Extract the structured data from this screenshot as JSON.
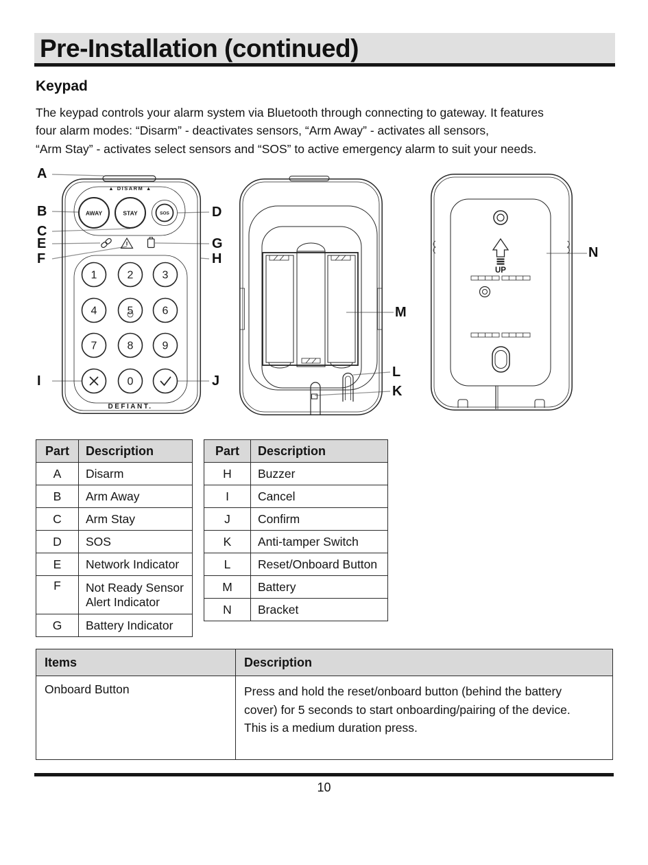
{
  "header": {
    "title": "Pre-Installation (continued)"
  },
  "section": {
    "title": "Keypad",
    "intro_lines": [
      "The keypad controls your alarm system via Bluetooth through connecting to gateway. It features",
      "four alarm modes: “Disarm” - deactivates sensors, “Arm Away” - activates all sensors,",
      "“Arm Stay” - activates select sensors and “SOS” to active emergency alarm to suit your needs."
    ]
  },
  "diagram": {
    "front": {
      "top_label": "▲ DISARM ▲",
      "away_label": "AWAY",
      "stay_label": "STAY",
      "sos_label": "SOS",
      "keys": [
        "1",
        "2",
        "3",
        "4",
        "5",
        "6",
        "7",
        "8",
        "9",
        "0"
      ],
      "brand": "DEFIANT."
    },
    "bracket": {
      "up_label": "UP"
    },
    "callouts": {
      "a": "A",
      "b": "B",
      "c": "C",
      "d": "D",
      "e": "E",
      "f": "F",
      "g": "G",
      "h": "H",
      "i": "I",
      "j": "J",
      "k": "K",
      "l": "L",
      "m": "M",
      "n": "N"
    }
  },
  "tables": {
    "parts_left": {
      "header": {
        "part": "Part",
        "description": "Description"
      },
      "rows": [
        {
          "part": "A",
          "description": "Disarm"
        },
        {
          "part": "B",
          "description": "Arm Away"
        },
        {
          "part": "C",
          "description": "Arm Stay"
        },
        {
          "part": "D",
          "description": "SOS"
        },
        {
          "part": "E",
          "description": "Network Indicator"
        },
        {
          "part": "F",
          "description": "Not Ready Sensor Alert Indicator"
        },
        {
          "part": "G",
          "description": "Battery Indicator"
        }
      ]
    },
    "parts_right": {
      "header": {
        "part": "Part",
        "description": "Description"
      },
      "rows": [
        {
          "part": "H",
          "description": "Buzzer"
        },
        {
          "part": "I",
          "description": "Cancel"
        },
        {
          "part": "J",
          "description": "Confirm"
        },
        {
          "part": "K",
          "description": "Anti-tamper Switch"
        },
        {
          "part": "L",
          "description": "Reset/Onboard Button"
        },
        {
          "part": "M",
          "description": "Battery"
        },
        {
          "part": "N",
          "description": "Bracket"
        }
      ]
    },
    "items": {
      "header": {
        "items": "Items",
        "description": "Description"
      },
      "row": {
        "item": "Onboard Button",
        "description_lines": [
          "Press and hold the reset/onboard button (behind the battery",
          "cover) for 5 seconds to start onboarding/pairing of the device.",
          "This is a medium duration press."
        ]
      }
    }
  },
  "footer": {
    "page_number": "10"
  }
}
